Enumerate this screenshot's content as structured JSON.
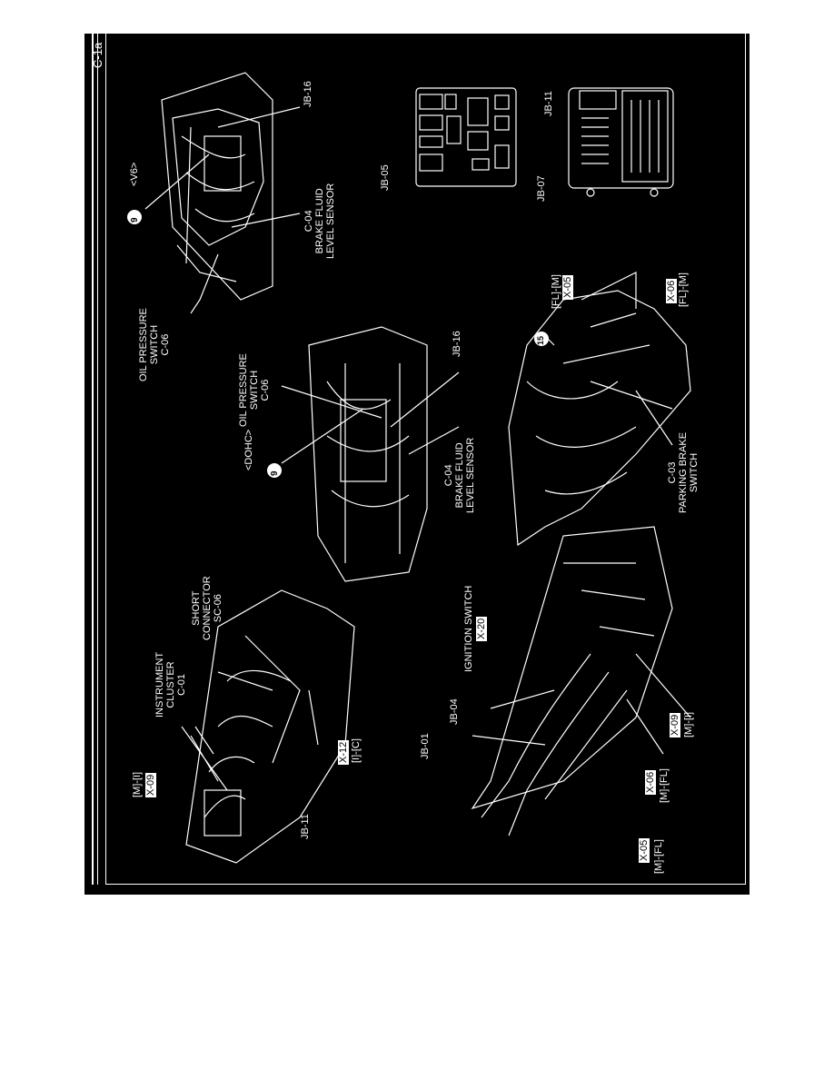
{
  "page_id": "C-1a",
  "labels": {
    "v6": "<V6>",
    "dohc": "<DOHC>",
    "oil_pressure_switch_v6": [
      "OIL PRESSURE",
      "SWITCH",
      "C-06"
    ],
    "brake_fluid_v6": [
      "C-04",
      "BRAKE FLUID",
      "LEVEL SENSOR"
    ],
    "jb16_v6": "JB-16",
    "circle9_v6": "9",
    "jb05": "JB-05",
    "jb07": "JB-07",
    "jb11_fuse": "JB-11",
    "oil_pressure_switch_dohc": [
      "OIL PRESSURE",
      "SWITCH",
      "C-06"
    ],
    "brake_fluid_dohc": [
      "C-04",
      "BRAKE FLUID",
      "LEVEL SENSOR"
    ],
    "jb16_dohc": "JB-16",
    "circle9_dohc": "9",
    "circle15": "15",
    "parking_brake": [
      "C-03",
      "PARKING BRAKE",
      "SWITCH"
    ],
    "fl_m_top": "[FL]-[M]",
    "x05_top": "X-05",
    "x06_top": "X-06",
    "fl_m_bottom": "[FL]-[M]",
    "instrument_cluster": [
      "INSTRUMENT",
      "CLUSTER",
      "C-01"
    ],
    "short_connector": [
      "SHORT",
      "CONNECTOR",
      "SC-06"
    ],
    "mi_top": "[M]-[I]",
    "x09_top": "X-09",
    "x12": "X-12",
    "ic": "[I]-[C]",
    "jb11_dash": "JB-11",
    "ignition_switch": "IGNITION SWITCH",
    "x20": "X-20",
    "jb04": "JB-04",
    "jb01": "JB-01",
    "x09_bottom": "X-09",
    "mi_bottom": "[M]-[I]",
    "x06_bottom": "X-06",
    "mfl_06": "[M]-[FL]",
    "x05_bottom": "X-05",
    "mfl_05": "[M]-[FL]"
  }
}
